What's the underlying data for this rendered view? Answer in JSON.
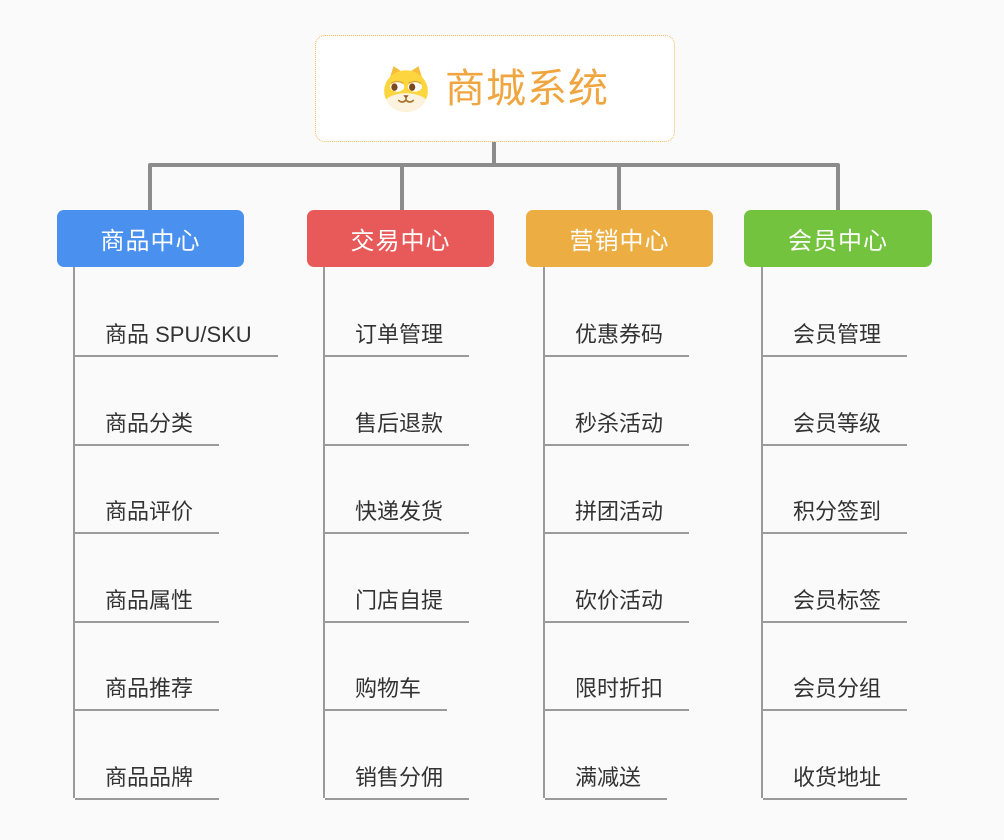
{
  "root": {
    "title": "商城系统",
    "logo_icon": "dog-face-icon",
    "accent_color": "#f0a640",
    "border_color": "#f2b95b"
  },
  "connector_color": "#8c8c8c",
  "line_color": "#9a9a9a",
  "background_color": "#fafafa",
  "branches": [
    {
      "title": "商品中心",
      "color": "#4a90ee",
      "items": [
        "商品 SPU/SKU",
        "商品分类",
        "商品评价",
        "商品属性",
        "商品推荐",
        "商品品牌"
      ]
    },
    {
      "title": "交易中心",
      "color": "#e85a5a",
      "items": [
        "订单管理",
        "售后退款",
        "快递发货",
        "门店自提",
        "购物车",
        "销售分佣"
      ]
    },
    {
      "title": "营销中心",
      "color": "#ecae42",
      "items": [
        "优惠券码",
        "秒杀活动",
        "拼团活动",
        "砍价活动",
        "限时折扣",
        "满减送"
      ]
    },
    {
      "title": "会员中心",
      "color": "#74c33e",
      "items": [
        "会员管理",
        "会员等级",
        "积分签到",
        "会员标签",
        "会员分组",
        "收货地址"
      ]
    }
  ]
}
